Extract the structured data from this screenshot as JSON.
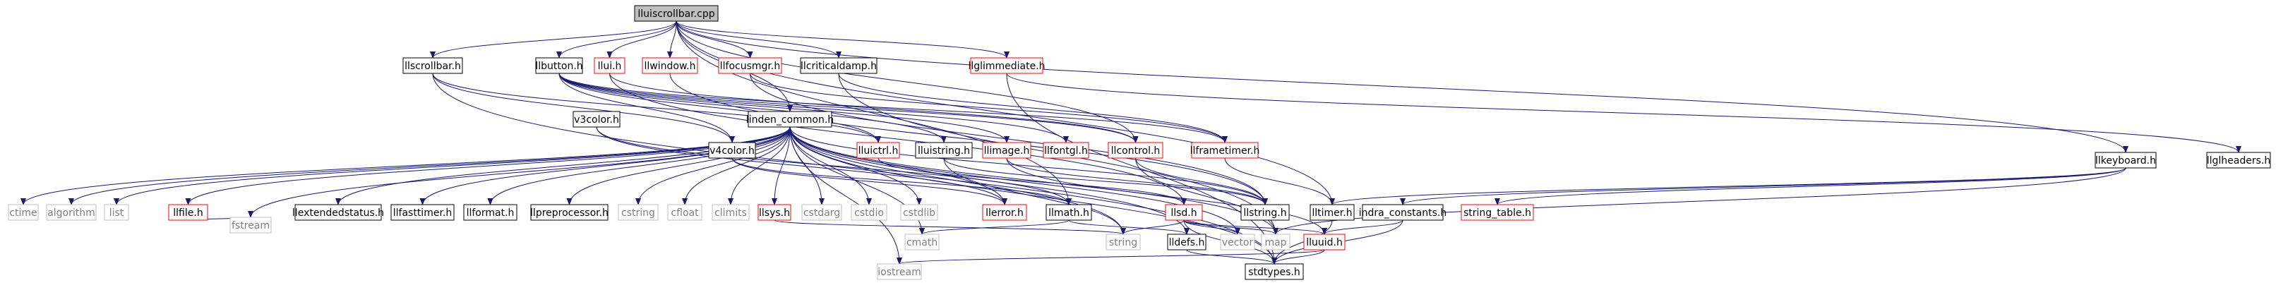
{
  "colors": {
    "edge": "#191970",
    "border_default": "#000000",
    "border_link": "#ff0000",
    "border_external": "#bfbfbf",
    "fill_root": "#bfbfbf",
    "fill_default": "#ffffff",
    "text_default": "#000000",
    "text_external": "#808080"
  },
  "nodes": [
    {
      "id": "root",
      "label": "lluiscrollbar.cpp",
      "kind": "root"
    },
    {
      "id": "linden_common",
      "label": "linden_common.h",
      "kind": "default"
    },
    {
      "id": "llscrollbar",
      "label": "llscrollbar.h",
      "kind": "default"
    },
    {
      "id": "llbutton",
      "label": "llbutton.h",
      "kind": "default"
    },
    {
      "id": "llui",
      "label": "llui.h",
      "kind": "link"
    },
    {
      "id": "llwindow",
      "label": "llwindow.h",
      "kind": "link"
    },
    {
      "id": "llfocusmgr",
      "label": "llfocusmgr.h",
      "kind": "link"
    },
    {
      "id": "llcriticaldamp",
      "label": "llcriticaldamp.h",
      "kind": "default"
    },
    {
      "id": "llglimmediate",
      "label": "llglimmediate.h",
      "kind": "link"
    },
    {
      "id": "v3color",
      "label": "v3color.h",
      "kind": "default"
    },
    {
      "id": "v4color",
      "label": "v4color.h",
      "kind": "default"
    },
    {
      "id": "lluictrl",
      "label": "lluictrl.h",
      "kind": "link"
    },
    {
      "id": "lluistring",
      "label": "lluistring.h",
      "kind": "default"
    },
    {
      "id": "llimage",
      "label": "llimage.h",
      "kind": "link"
    },
    {
      "id": "llfontgl",
      "label": "llfontgl.h",
      "kind": "link"
    },
    {
      "id": "llcontrol",
      "label": "llcontrol.h",
      "kind": "link"
    },
    {
      "id": "llframetimer",
      "label": "llframetimer.h",
      "kind": "link"
    },
    {
      "id": "llkeyboard",
      "label": "llkeyboard.h",
      "kind": "default"
    },
    {
      "id": "llglheaders",
      "label": "llglheaders.h",
      "kind": "default"
    },
    {
      "id": "ctime",
      "label": "ctime",
      "kind": "external"
    },
    {
      "id": "algorithm",
      "label": "algorithm",
      "kind": "external"
    },
    {
      "id": "list",
      "label": "list",
      "kind": "external"
    },
    {
      "id": "llfile",
      "label": "llfile.h",
      "kind": "link"
    },
    {
      "id": "fstream",
      "label": "fstream",
      "kind": "external"
    },
    {
      "id": "llextendedstatus",
      "label": "llextendedstatus.h",
      "kind": "default"
    },
    {
      "id": "llfasttimer",
      "label": "llfasttimer.h",
      "kind": "default"
    },
    {
      "id": "llformat",
      "label": "llformat.h",
      "kind": "default"
    },
    {
      "id": "llpreprocessor",
      "label": "llpreprocessor.h",
      "kind": "default"
    },
    {
      "id": "cstring",
      "label": "cstring",
      "kind": "external"
    },
    {
      "id": "cfloat",
      "label": "cfloat",
      "kind": "external"
    },
    {
      "id": "climits",
      "label": "climits",
      "kind": "external"
    },
    {
      "id": "llsys",
      "label": "llsys.h",
      "kind": "link"
    },
    {
      "id": "cstdarg",
      "label": "cstdarg",
      "kind": "external"
    },
    {
      "id": "cstdio",
      "label": "cstdio",
      "kind": "external"
    },
    {
      "id": "cstdlib",
      "label": "cstdlib",
      "kind": "external"
    },
    {
      "id": "llerror",
      "label": "llerror.h",
      "kind": "link"
    },
    {
      "id": "llmath",
      "label": "llmath.h",
      "kind": "default"
    },
    {
      "id": "llsd",
      "label": "llsd.h",
      "kind": "link"
    },
    {
      "id": "llstring",
      "label": "llstring.h",
      "kind": "default"
    },
    {
      "id": "lltimer",
      "label": "lltimer.h",
      "kind": "default"
    },
    {
      "id": "indra_constants",
      "label": "indra_constants.h",
      "kind": "default"
    },
    {
      "id": "string_table",
      "label": "string_table.h",
      "kind": "link"
    },
    {
      "id": "cmath",
      "label": "cmath",
      "kind": "external"
    },
    {
      "id": "string",
      "label": "string",
      "kind": "external"
    },
    {
      "id": "lldefs",
      "label": "lldefs.h",
      "kind": "default"
    },
    {
      "id": "vector",
      "label": "vector",
      "kind": "external"
    },
    {
      "id": "map",
      "label": "map",
      "kind": "external"
    },
    {
      "id": "lluuid",
      "label": "lluuid.h",
      "kind": "link"
    },
    {
      "id": "iostream",
      "label": "iostream",
      "kind": "external"
    },
    {
      "id": "stdtypes",
      "label": "stdtypes.h",
      "kind": "default"
    }
  ],
  "edges": [
    [
      "root",
      "linden_common"
    ],
    [
      "root",
      "llscrollbar"
    ],
    [
      "root",
      "llbutton"
    ],
    [
      "root",
      "llui"
    ],
    [
      "root",
      "llwindow"
    ],
    [
      "root",
      "llfocusmgr"
    ],
    [
      "root",
      "llcriticaldamp"
    ],
    [
      "root",
      "llglimmediate"
    ],
    [
      "root",
      "llcontrol"
    ],
    [
      "root",
      "llmath"
    ],
    [
      "root",
      "llkeyboard"
    ],
    [
      "root",
      "lltimer"
    ],
    [
      "llscrollbar",
      "stdtypes"
    ],
    [
      "llscrollbar",
      "lluictrl"
    ],
    [
      "llscrollbar",
      "v4color"
    ],
    [
      "llbutton",
      "lluistring"
    ],
    [
      "llbutton",
      "llimage"
    ],
    [
      "llbutton",
      "llfontgl"
    ],
    [
      "llbutton",
      "llcontrol"
    ],
    [
      "llbutton",
      "llframetimer"
    ],
    [
      "llbutton",
      "v4color"
    ],
    [
      "llbutton",
      "lluictrl"
    ],
    [
      "llui",
      "llsd"
    ],
    [
      "llui",
      "llcontrol"
    ],
    [
      "llwindow",
      "llstring"
    ],
    [
      "llfocusmgr",
      "llstring"
    ],
    [
      "llfocusmgr",
      "llframetimer"
    ],
    [
      "llcriticaldamp",
      "llframetimer"
    ],
    [
      "llcriticaldamp",
      "map"
    ],
    [
      "llglimmediate",
      "llglheaders"
    ],
    [
      "llglimmediate",
      "stdtypes"
    ],
    [
      "v3color",
      "llerror"
    ],
    [
      "v3color",
      "llmath"
    ],
    [
      "v4color",
      "llerror"
    ],
    [
      "v4color",
      "llmath"
    ],
    [
      "lluictrl",
      "llsd"
    ],
    [
      "lluistring",
      "llstring"
    ],
    [
      "lluistring",
      "string"
    ],
    [
      "llimage",
      "lluuid"
    ],
    [
      "llimage",
      "llstring"
    ],
    [
      "llcontrol",
      "llstring"
    ],
    [
      "llcontrol",
      "map"
    ],
    [
      "llframetimer",
      "lltimer"
    ],
    [
      "llkeyboard",
      "string_table"
    ],
    [
      "llkeyboard",
      "indra_constants"
    ],
    [
      "llkeyboard",
      "lltimer"
    ],
    [
      "llkeyboard",
      "map"
    ],
    [
      "linden_common",
      "ctime"
    ],
    [
      "linden_common",
      "algorithm"
    ],
    [
      "linden_common",
      "list"
    ],
    [
      "linden_common",
      "llfile"
    ],
    [
      "linden_common",
      "fstream"
    ],
    [
      "linden_common",
      "llextendedstatus"
    ],
    [
      "linden_common",
      "llfasttimer"
    ],
    [
      "linden_common",
      "llformat"
    ],
    [
      "linden_common",
      "llpreprocessor"
    ],
    [
      "linden_common",
      "cstring"
    ],
    [
      "linden_common",
      "cfloat"
    ],
    [
      "linden_common",
      "climits"
    ],
    [
      "linden_common",
      "llsys"
    ],
    [
      "linden_common",
      "cstdarg"
    ],
    [
      "linden_common",
      "cstdio"
    ],
    [
      "linden_common",
      "cstdlib"
    ],
    [
      "linden_common",
      "llerror"
    ],
    [
      "linden_common",
      "llstring"
    ],
    [
      "linden_common",
      "cmath"
    ],
    [
      "linden_common",
      "string"
    ],
    [
      "linden_common",
      "lldefs"
    ],
    [
      "linden_common",
      "vector"
    ],
    [
      "linden_common",
      "map"
    ],
    [
      "linden_common",
      "iostream"
    ],
    [
      "linden_common",
      "stdtypes"
    ],
    [
      "llfile",
      "fstream"
    ],
    [
      "llsys",
      "string"
    ],
    [
      "llmath",
      "lldefs"
    ],
    [
      "llmath",
      "cmath"
    ],
    [
      "llsd",
      "vector"
    ],
    [
      "llsd",
      "map"
    ],
    [
      "llsd",
      "lluuid"
    ],
    [
      "llsd",
      "string"
    ],
    [
      "llsd",
      "stdtypes"
    ],
    [
      "lltimer",
      "stdtypes"
    ],
    [
      "indra_constants",
      "lluuid"
    ],
    [
      "indra_constants",
      "stdtypes"
    ],
    [
      "lldefs",
      "stdtypes"
    ],
    [
      "lluuid",
      "iostream"
    ],
    [
      "lluuid",
      "stdtypes"
    ]
  ]
}
